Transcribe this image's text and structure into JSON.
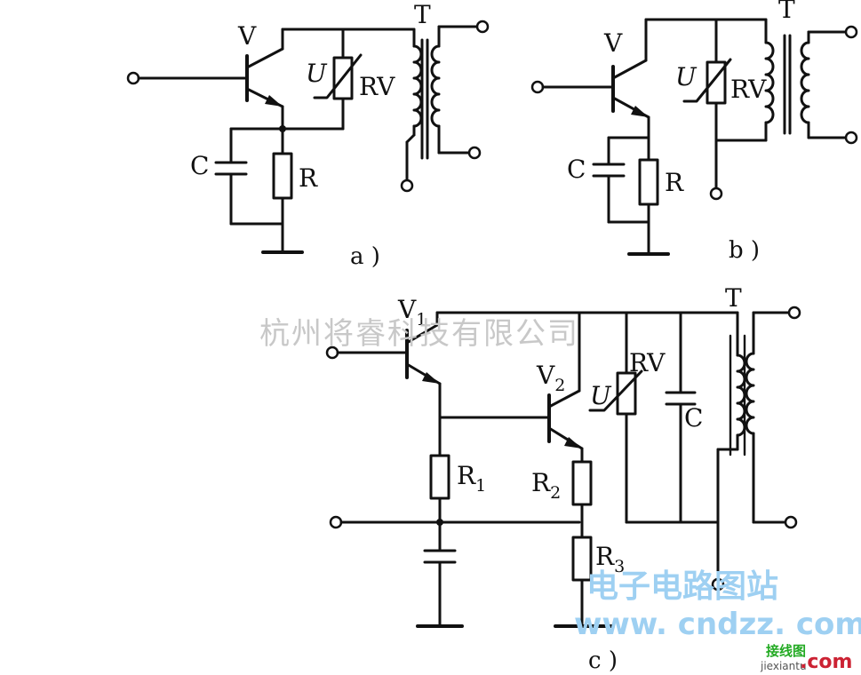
{
  "diagram_a": {
    "caption": "a )",
    "transistor": "V",
    "varistor": "RV",
    "varistor_u": "U",
    "transformer": "T",
    "capacitor": "C",
    "resistor": "R"
  },
  "diagram_b": {
    "caption": "b )",
    "transistor": "V",
    "varistor": "RV",
    "varistor_u": "U",
    "transformer": "T",
    "capacitor": "C",
    "resistor": "R"
  },
  "diagram_c": {
    "caption": "c )",
    "transistor1": "V",
    "transistor1_sub": "1",
    "transistor2": "V",
    "transistor2_sub": "2",
    "varistor": "RV",
    "varistor_u": "U",
    "capacitor": "C",
    "transformer": "T",
    "r1": "R",
    "r1_sub": "1",
    "r2": "R",
    "r2_sub": "2",
    "r3": "R",
    "r3_sub": "3"
  },
  "watermarks": {
    "company": "杭州将睿科技有限公司",
    "site_cn": "电子电路图站",
    "site_url": "www. cndzz. com",
    "corner_cn": "接线图",
    "corner_pinyin": "jiexiantu",
    "corner_com": ".com"
  }
}
